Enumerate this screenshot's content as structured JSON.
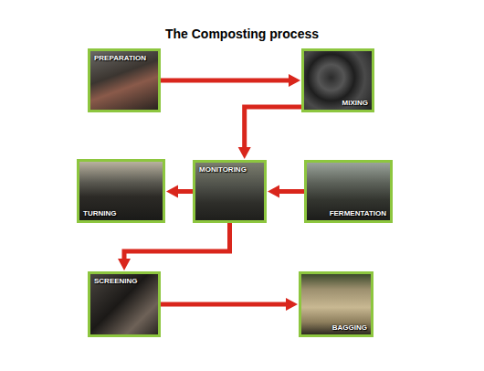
{
  "diagram": {
    "title": "The Composting process",
    "nodes": [
      {
        "text": [
          "PREPARATION"
        ]
      },
      {
        "text": [
          "MIXING"
        ]
      },
      {
        "text": [
          "TURNING"
        ]
      },
      {
        "text": [
          "MONITORING"
        ]
      },
      {
        "text": [
          "FERMENTATION"
        ]
      },
      {
        "text": [
          "SCREENING"
        ]
      },
      {
        "text": [
          "BAGGING"
        ]
      }
    ],
    "edges": [
      {
        "from": 0,
        "to": 1,
        "arrow": "to"
      },
      {
        "from": 1,
        "to": 3,
        "arrow": "to"
      },
      {
        "from": 4,
        "to": 3,
        "arrow": "to"
      },
      {
        "from": 3,
        "to": 2,
        "arrow": "to"
      },
      {
        "from": 3,
        "to": 5,
        "arrow": "to"
      },
      {
        "from": 5,
        "to": 6,
        "arrow": "to"
      }
    ]
  }
}
